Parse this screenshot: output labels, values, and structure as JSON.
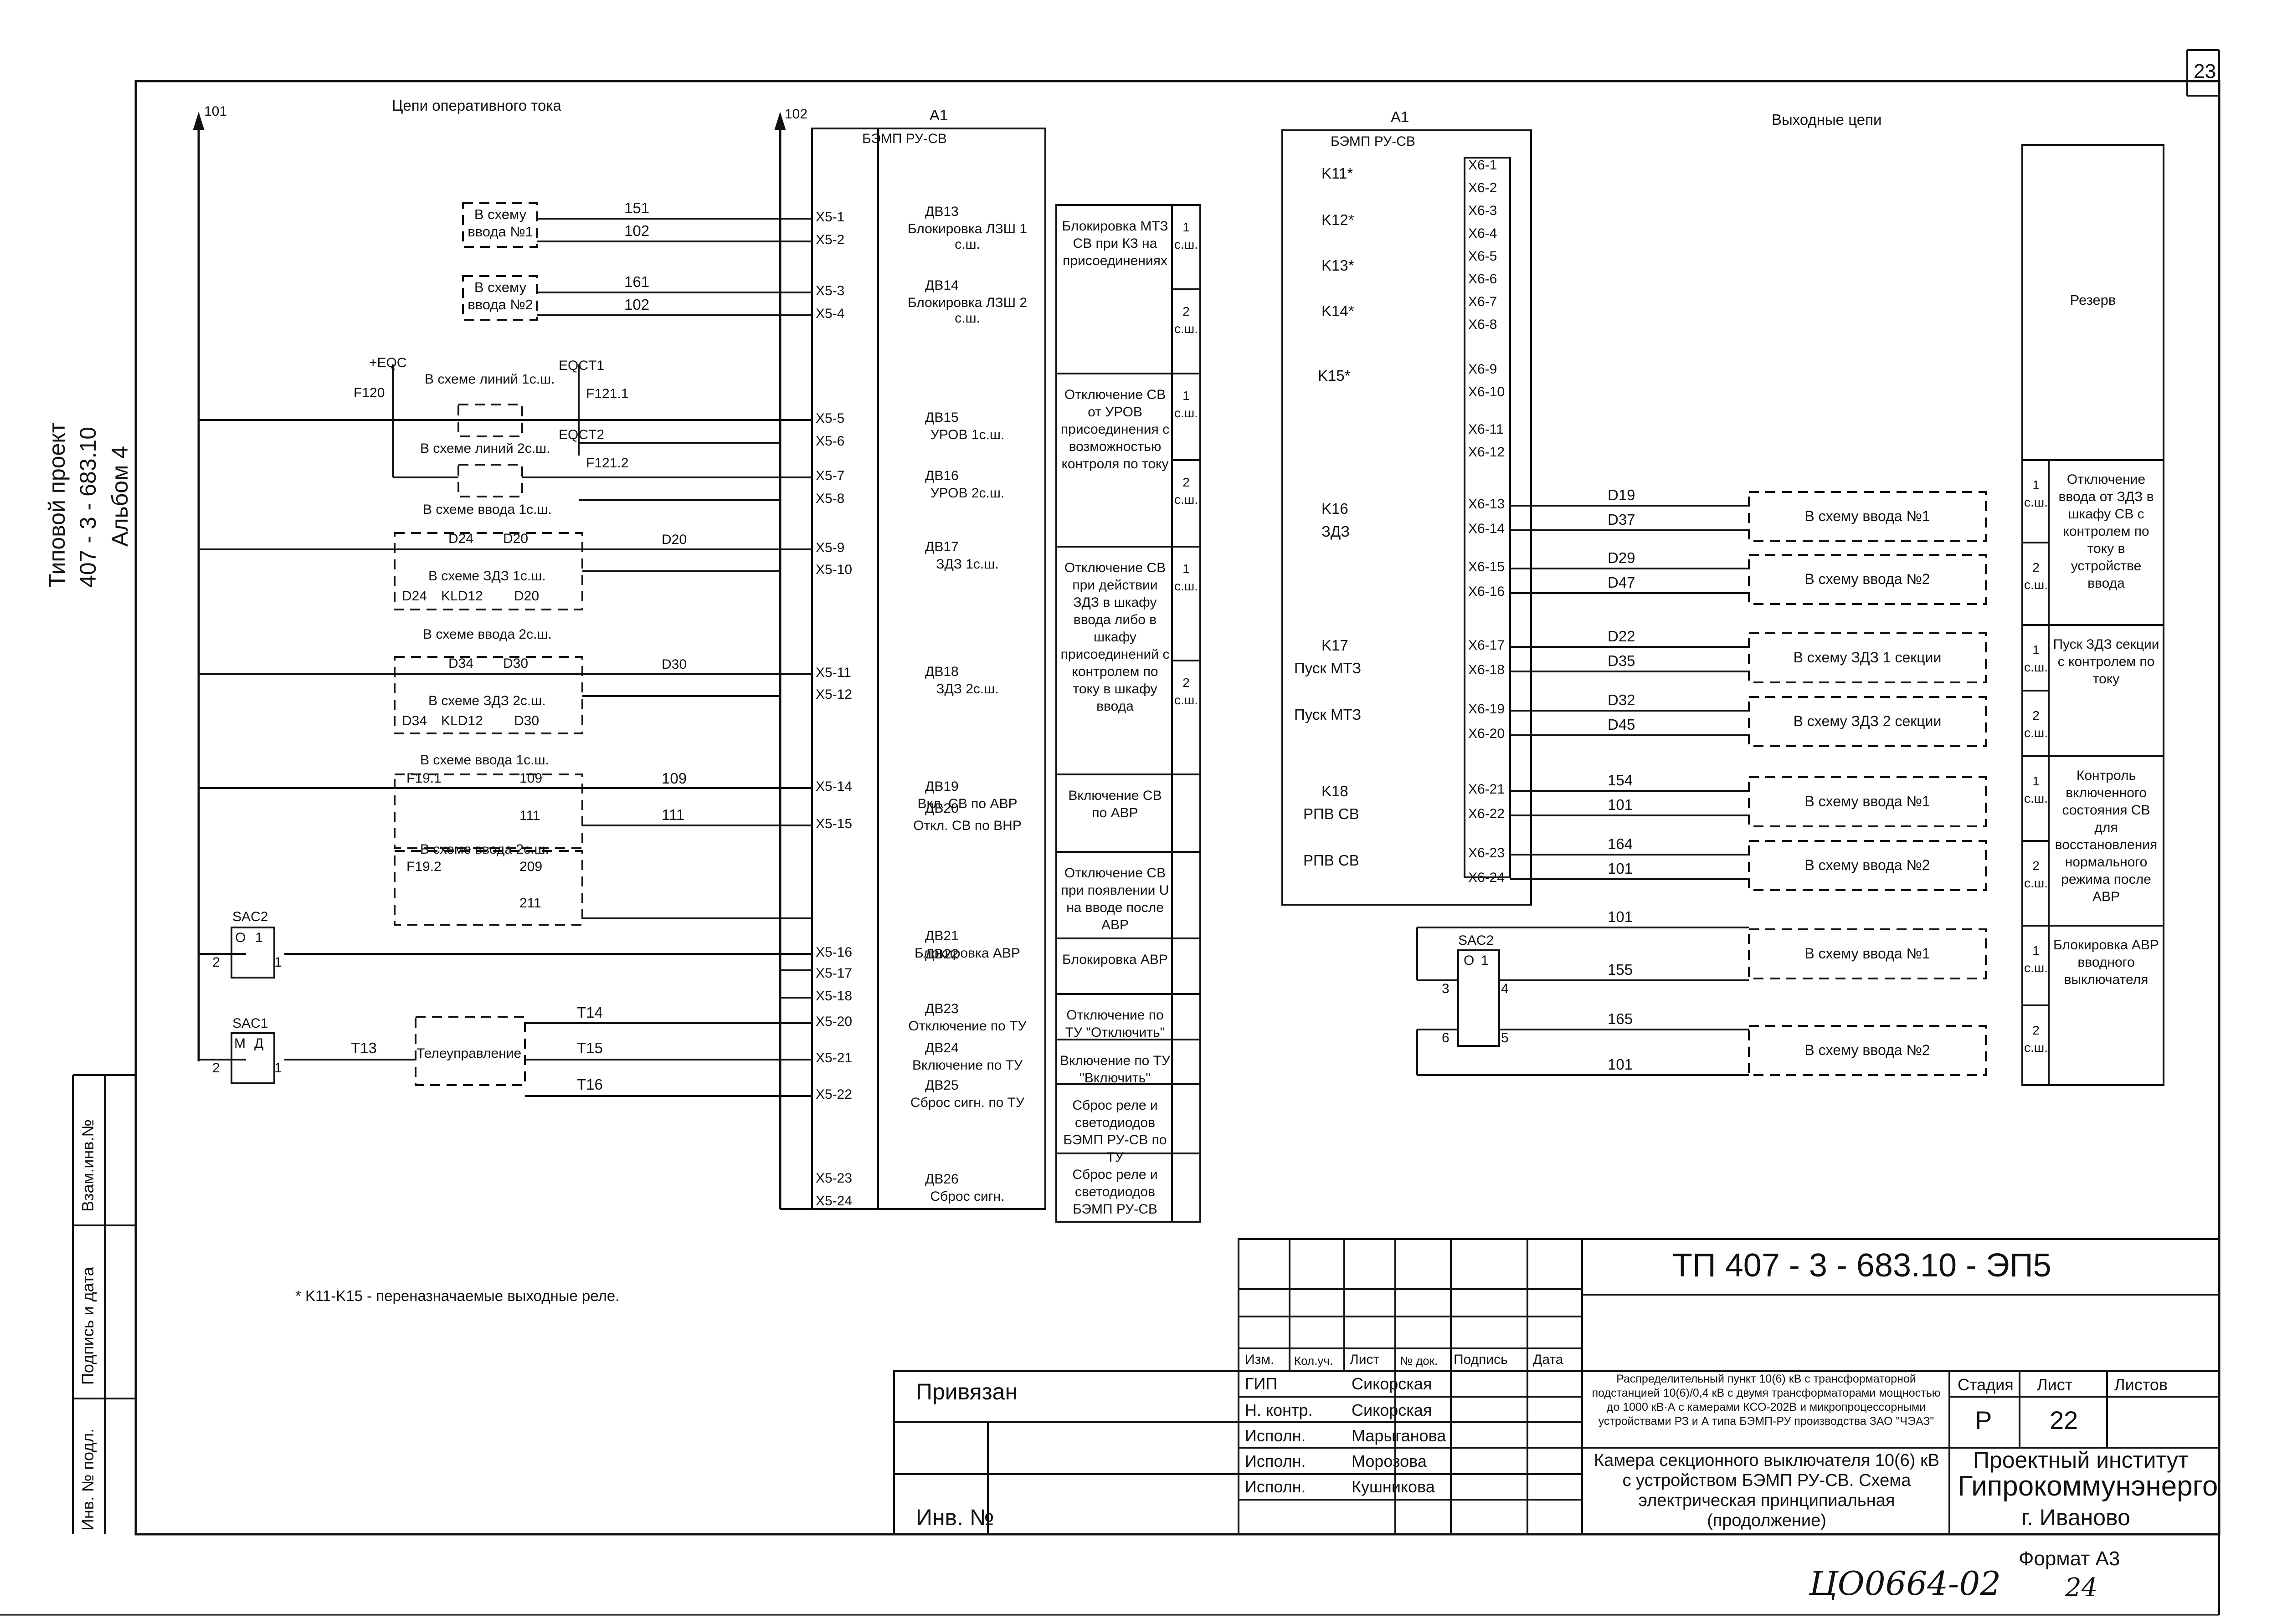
{
  "sheet": {
    "corner_number": "23",
    "stamp_code": "ЦО0664-02",
    "stamp_page": "24"
  },
  "side": {
    "project_line1": "Типовой проект",
    "project_line2": "407 - 3 - 683.10",
    "project_line3": "Альбом 4",
    "vzam": "Взам.инв.№",
    "podpis": "Подпись и дата",
    "inv_podl": "Инв. № подл."
  },
  "left": {
    "bus_101": "101",
    "bus_102": "102",
    "heading": "Цепи оперативного тока",
    "feed1_label": "В схему ввода №1",
    "feed1_w1": "151",
    "feed1_w2": "102",
    "feed2_label": "В схему ввода №2",
    "feed2_w1": "161",
    "feed2_w2": "102",
    "eqc": "+EQC",
    "f120": "F120",
    "eqct1": "EQCT1",
    "f121_1": "F121.1",
    "lines1": "В схеме линий 1с.ш.",
    "eqct2": "EQCT2",
    "f121_2": "F121.2",
    "lines2": "В схеме линий 2с.ш.",
    "vvod1_a": "В схеме ввода 1с.ш.",
    "d24": "D24",
    "d20": "D20",
    "d20_wire": "D20",
    "zdz1": "В схеме ЗДЗ 1с.ш.",
    "d24b": "D24",
    "kld12a": "KLD12",
    "d20b": "D20",
    "vvod2_a": "В схеме ввода 2с.ш.",
    "d34": "D34",
    "d30": "D30",
    "d30_wire": "D30",
    "zdz2": "В схеме ЗДЗ 2с.ш.",
    "d34b": "D34",
    "kld12b": "KLD12",
    "d30b": "D30",
    "vvod1_b": "В схеме ввода 1с.ш.",
    "f19_1": "F19.1",
    "w109": "109",
    "w109b": "109",
    "w111": "111",
    "w111b": "111",
    "vvod2_b": "В схеме ввода 2с.ш.",
    "f19_2": "F19.2",
    "w209": "209",
    "w211": "211",
    "sac2": "SAC2",
    "sac2_o": "О",
    "sac2_1": "1",
    "sac2_pin2": "2",
    "sac2_pin1": "1",
    "sac1": "SAC1",
    "sac1_m": "М",
    "sac1_d": "Д",
    "sac1_pin2": "2",
    "sac1_pin1": "1",
    "t13": "T13",
    "teleupr": "Телеуправление",
    "t14": "T14",
    "t15": "T15",
    "t16": "T16",
    "footnote": "* K11-K15 - переназначаемые выходные реле."
  },
  "a1_left": {
    "title": "A1",
    "subtitle": "БЭМП РУ-СВ",
    "terminals": [
      "X5-1",
      "X5-2",
      "X5-3",
      "X5-4",
      "X5-5",
      "X5-6",
      "X5-7",
      "X5-8",
      "X5-9",
      "X5-10",
      "X5-11",
      "X5-12",
      "X5-14",
      "X5-15",
      "X5-16",
      "X5-17",
      "X5-18",
      "X5-20",
      "X5-21",
      "X5-22",
      "X5-23",
      "X5-24"
    ],
    "inputs": [
      {
        "id": "ДВ13",
        "desc": "Блокировка ЛЗШ 1 с.ш."
      },
      {
        "id": "ДВ14",
        "desc": "Блокировка ЛЗШ 2 с.ш."
      },
      {
        "id": "ДВ15",
        "desc": "УРОВ 1с.ш."
      },
      {
        "id": "ДВ16",
        "desc": "УРОВ 2с.ш."
      },
      {
        "id": "ДВ17",
        "desc": "ЗДЗ 1с.ш."
      },
      {
        "id": "ДВ18",
        "desc": "ЗДЗ 2с.ш."
      },
      {
        "id": "ДВ19",
        "desc": "Вкл. СВ по АВР"
      },
      {
        "id": "ДВ20",
        "desc": "Откл. СВ по ВНР"
      },
      {
        "id": "ДВ21",
        "desc": "Блокировка АВР"
      },
      {
        "id": "ДВ22",
        "desc": ""
      },
      {
        "id": "ДВ23",
        "desc": "Отключение по ТУ"
      },
      {
        "id": "ДВ24",
        "desc": "Включение по ТУ"
      },
      {
        "id": "ДВ25",
        "desc": "Сброс сигн. по ТУ"
      },
      {
        "id": "ДВ26",
        "desc": "Сброс сигн."
      }
    ]
  },
  "func_table1": [
    {
      "text": "Блокировка МТЗ СВ при КЗ на присоединениях",
      "sections": [
        "1 с.ш.",
        "2 с.ш."
      ]
    },
    {
      "text": "Отключение СВ от УРОВ присоединения с возможностью контроля по току",
      "sections": [
        "1 с.ш.",
        "2 с.ш."
      ]
    },
    {
      "text": "Отключение СВ при действии ЗДЗ в шкафу ввода либо в шкафу присоединений с контролем по току в шкафу ввода",
      "sections": [
        "1 с.ш.",
        "2 с.ш."
      ]
    },
    {
      "text": "Включение СВ по АВР",
      "sections": []
    },
    {
      "text": "Отключение СВ при появлении U на вводе после АВР",
      "sections": []
    },
    {
      "text": "Блокировка АВР",
      "sections": []
    },
    {
      "text": "Отключение по ТУ \"Отключить\"",
      "sections": []
    },
    {
      "text": "Включение по ТУ \"Включить\"",
      "sections": []
    },
    {
      "text": "Сброс реле и светодиодов БЭМП РУ-СВ по ТУ",
      "sections": []
    },
    {
      "text": "Сброс реле и светодиодов БЭМП РУ-СВ",
      "sections": []
    }
  ],
  "a1_right": {
    "title": "A1",
    "subtitle": "БЭМП РУ-СВ",
    "heading": "Выходные цепи",
    "terminals": [
      "X6-1",
      "X6-2",
      "X6-3",
      "X6-4",
      "X6-5",
      "X6-6",
      "X6-7",
      "X6-8",
      "X6-9",
      "X6-10",
      "X6-11",
      "X6-12",
      "X6-13",
      "X6-14",
      "X6-15",
      "X6-16",
      "X6-17",
      "X6-18",
      "X6-19",
      "X6-20",
      "X6-21",
      "X6-22",
      "X6-23",
      "X6-24"
    ],
    "relays": [
      "K11*",
      "K12*",
      "K13*",
      "K14*",
      "K15*",
      "K16",
      "ЗДЗ",
      "K17",
      "Пуск МТЗ",
      "Пуск МТЗ",
      "K18",
      "РПВ СВ",
      "РПВ СВ"
    ]
  },
  "outputs": [
    {
      "w1": "D19",
      "w2": "D37",
      "dest": "В схему ввода №1"
    },
    {
      "w1": "D29",
      "w2": "D47",
      "dest": "В схему ввода №2"
    },
    {
      "w1": "D22",
      "w2": "D35",
      "dest": "В схему ЗДЗ 1 секции"
    },
    {
      "w1": "D32",
      "w2": "D45",
      "dest": "В схему ЗДЗ 2 секции"
    },
    {
      "w1": "154",
      "w2": "101",
      "dest": "В схему ввода №1"
    },
    {
      "w1": "164",
      "w2": "101",
      "dest": "В схему ввода №2"
    },
    {
      "w1": "101",
      "w2": "155",
      "dest": "В схему ввода №1"
    },
    {
      "w1": "165",
      "w2": "101",
      "dest": "В схему ввода №2"
    }
  ],
  "sac2_right": {
    "label": "SAC2",
    "o": "О",
    "one": "1",
    "p3": "3",
    "p4": "4",
    "p6": "6",
    "p5": "5"
  },
  "func_table2": [
    {
      "text": "Резерв",
      "section": ""
    },
    {
      "text": "Отключение ввода от ЗДЗ в шкафу СВ с контролем по току в устройстве ввода",
      "sections": [
        "1 с.ш.",
        "2 с.ш."
      ]
    },
    {
      "text": "Пуск ЗДЗ секции с контролем по току",
      "sections": [
        "1 с.ш.",
        "2 с.ш."
      ]
    },
    {
      "text": "Контроль включенного состояния СВ для восстановления нормального режима после АВР",
      "sections": [
        "1 с.ш.",
        "2 с.ш."
      ]
    },
    {
      "text": "Блокировка АВР вводного выключателя",
      "sections": [
        "1 с.ш.",
        "2 с.ш."
      ]
    }
  ],
  "title_block": {
    "doc_code": "ТП  407 - 3 - 683.10 - ЭП5",
    "col_izm": "Изм.",
    "col_koluch": "Кол.уч.",
    "col_list": "Лист",
    "col_ndok": "№ док.",
    "col_podpis": "Подпись",
    "col_data": "Дата",
    "privyazan": "Привязан",
    "inv_no": "Инв. №",
    "roles": [
      "ГИП",
      "Н. контр.",
      "Исполн.",
      "Исполн.",
      "Исполн."
    ],
    "names": [
      "Сикорская",
      "Сикорская",
      "Марыганова",
      "Морозова",
      "Кушникова"
    ],
    "object_desc": "Распределительный пункт 10(6) кВ с трансформаторной подстанцией 10(6)/0,4 кВ с двумя трансформаторами мощностью до 1000 кВ·А с камерами КСО-202В и микропроцессорными устройствами РЗ и А типа БЭМП-РУ производства ЗАО \"ЧЭАЗ\"",
    "drawing_title": "Камера секционного выключателя 10(6) кВ с устройством БЭМП РУ-СВ. Схема электрическая принципиальная (продолжение)",
    "stadiya_label": "Стадия",
    "list_label": "Лист",
    "listov_label": "Листов",
    "stadiya": "Р",
    "list": "22",
    "listov": "",
    "org_line1": "Проектный институт",
    "org_line2": "Гипрокоммунэнерго",
    "org_line3": "г. Иваново",
    "format": "Формат А3"
  }
}
